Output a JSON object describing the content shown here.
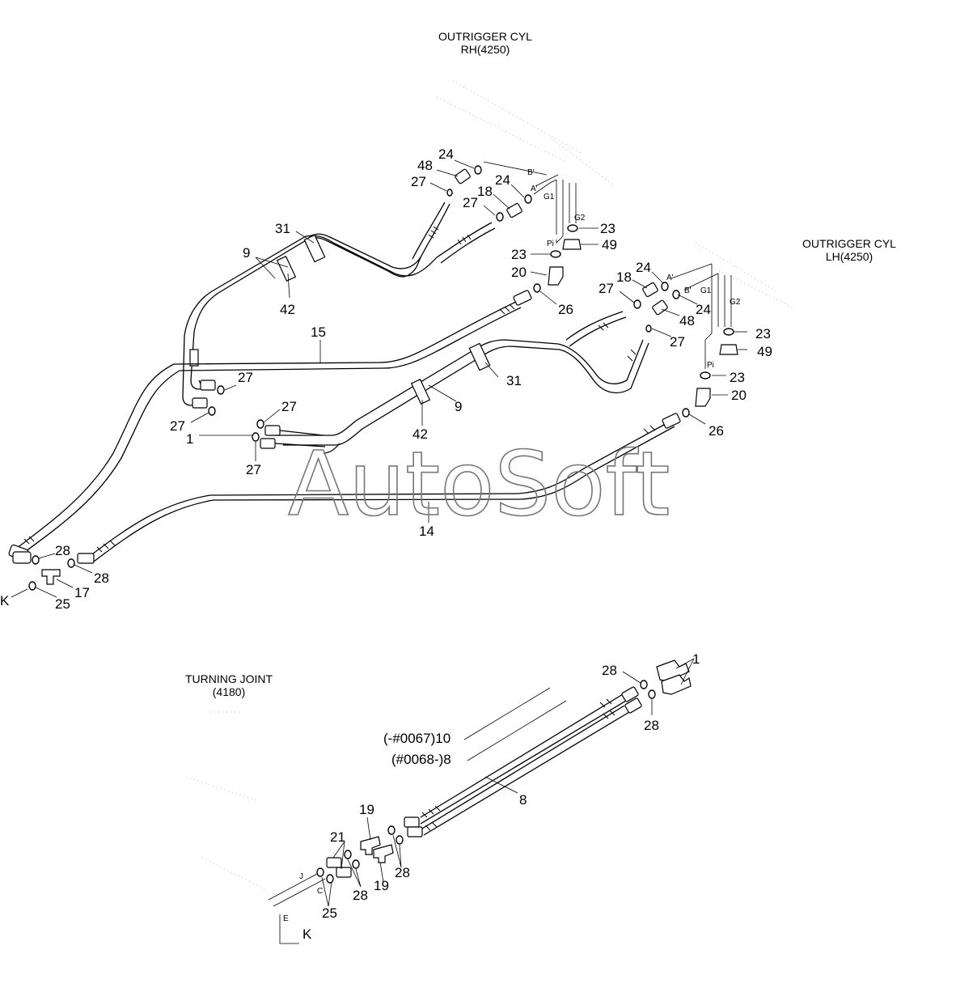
{
  "titles": {
    "rh_cyl_line1": "OUTRIGGER CYL",
    "rh_cyl_line2": "RH(4250)",
    "lh_cyl_line1": "OUTRIGGER CYL",
    "lh_cyl_line2": "LH(4250)",
    "turning_joint_line1": "TURNING JOINT",
    "turning_joint_line2": "(4180)"
  },
  "watermark": "AutoSoft",
  "callouts": {
    "c24a": "24",
    "c48a": "48",
    "c27a": "27",
    "c24b": "24",
    "c18a": "18",
    "c27b": "27",
    "c23a": "23",
    "c49a": "49",
    "c23b": "23",
    "c20a": "20",
    "c31a": "31",
    "c9a": "9",
    "c42a": "42",
    "c15": "15",
    "c24c": "24",
    "c18b": "18",
    "c27c": "27",
    "c24d": "24",
    "c48b": "48",
    "c26a": "26",
    "c27d": "27",
    "c23c": "23",
    "c49b": "49",
    "c23d": "23",
    "c20b": "20",
    "c26b": "26",
    "c31b": "31",
    "c9b": "9",
    "c42b": "42",
    "c27e": "27",
    "c27f": "27",
    "c27g": "27",
    "c1a": "1",
    "c27h": "27",
    "c14": "14",
    "c28a": "28",
    "c28b": "28",
    "c17": "17",
    "c25a": "25",
    "c28c": "28",
    "c1b": "1",
    "c28d": "28",
    "c10": "(-#0067)10",
    "c8a": "(#0068-)8",
    "c8b": "8",
    "c19a": "19",
    "c21": "21",
    "c28e": "28",
    "c19b": "19",
    "c28f": "28",
    "c25b": "25"
  },
  "ports": {
    "rh_b": "B'",
    "rh_a": "A'",
    "rh_g1": "G1",
    "rh_g2": "G2",
    "rh_pi": "Pi",
    "lh_a": "A'",
    "lh_b": "B'",
    "lh_g1": "G1",
    "lh_g2": "G2",
    "lh_pi": "Pi",
    "tj_j": "J",
    "tj_c": "C",
    "tj_e": "E"
  },
  "connection_letters": {
    "k_top": "K",
    "k_bottom": "K"
  }
}
